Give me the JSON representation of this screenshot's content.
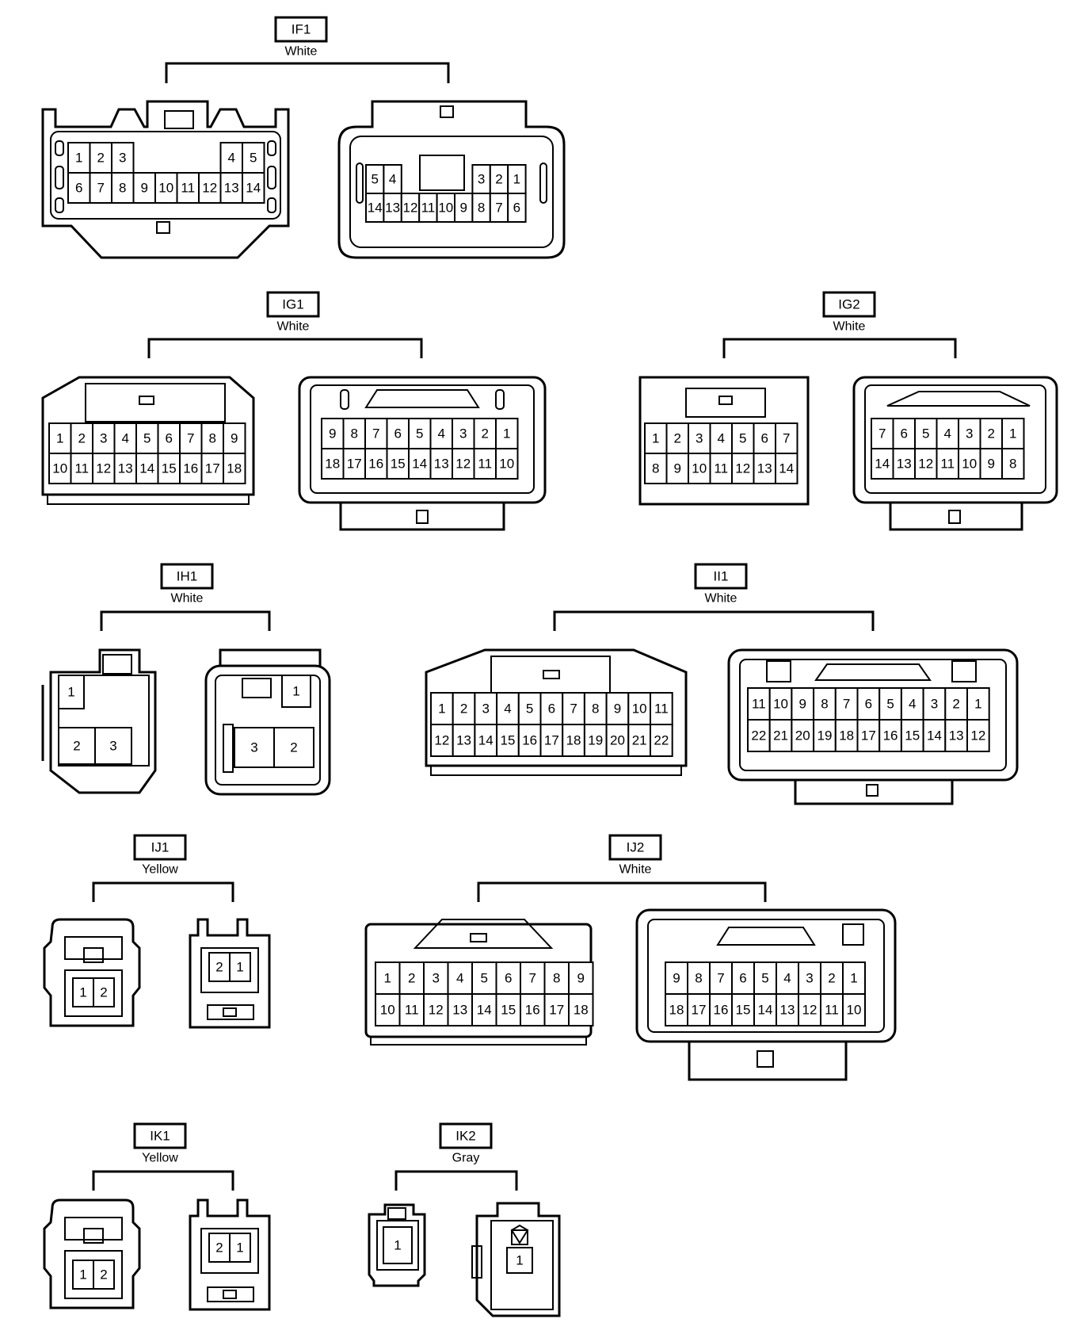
{
  "connectors": [
    {
      "id": "IF1",
      "color": "White",
      "views": [
        {
          "rows": [
            [
              "1",
              "2",
              "3",
              "",
              "",
              "",
              "",
              "4",
              "5"
            ],
            [
              "6",
              "7",
              "8",
              "9",
              "10",
              "11",
              "12",
              "13",
              "14"
            ]
          ]
        },
        {
          "rows": [
            [
              "5",
              "4",
              "",
              "",
              "",
              "",
              "3",
              "2",
              "1"
            ],
            [
              "14",
              "13",
              "12",
              "11",
              "10",
              "9",
              "8",
              "7",
              "6"
            ]
          ]
        }
      ]
    },
    {
      "id": "IG1",
      "color": "White",
      "views": [
        {
          "rows": [
            [
              "1",
              "2",
              "3",
              "4",
              "5",
              "6",
              "7",
              "8",
              "9"
            ],
            [
              "10",
              "11",
              "12",
              "13",
              "14",
              "15",
              "16",
              "17",
              "18"
            ]
          ]
        },
        {
          "rows": [
            [
              "9",
              "8",
              "7",
              "6",
              "5",
              "4",
              "3",
              "2",
              "1"
            ],
            [
              "18",
              "17",
              "16",
              "15",
              "14",
              "13",
              "12",
              "11",
              "10"
            ]
          ]
        }
      ]
    },
    {
      "id": "IG2",
      "color": "White",
      "views": [
        {
          "rows": [
            [
              "1",
              "2",
              "3",
              "4",
              "5",
              "6",
              "7"
            ],
            [
              "8",
              "9",
              "10",
              "11",
              "12",
              "13",
              "14"
            ]
          ]
        },
        {
          "rows": [
            [
              "7",
              "6",
              "5",
              "4",
              "3",
              "2",
              "1"
            ],
            [
              "14",
              "13",
              "12",
              "11",
              "10",
              "9",
              "8"
            ]
          ]
        }
      ]
    },
    {
      "id": "IH1",
      "color": "White",
      "views": [
        {
          "rows": [
            [
              "1"
            ],
            [
              "2",
              "3"
            ]
          ]
        },
        {
          "rows": [
            [
              "1"
            ],
            [
              "3",
              "2"
            ]
          ]
        }
      ]
    },
    {
      "id": "II1",
      "color": "White",
      "views": [
        {
          "rows": [
            [
              "1",
              "2",
              "3",
              "4",
              "5",
              "6",
              "7",
              "8",
              "9",
              "10",
              "11"
            ],
            [
              "12",
              "13",
              "14",
              "15",
              "16",
              "17",
              "18",
              "19",
              "20",
              "21",
              "22"
            ]
          ]
        },
        {
          "rows": [
            [
              "11",
              "10",
              "9",
              "8",
              "7",
              "6",
              "5",
              "4",
              "3",
              "2",
              "1"
            ],
            [
              "22",
              "21",
              "20",
              "19",
              "18",
              "17",
              "16",
              "15",
              "14",
              "13",
              "12"
            ]
          ]
        }
      ]
    },
    {
      "id": "IJ1",
      "color": "Yellow",
      "views": [
        {
          "rows": [
            [
              "1",
              "2"
            ]
          ]
        },
        {
          "rows": [
            [
              "2",
              "1"
            ]
          ]
        }
      ]
    },
    {
      "id": "IJ2",
      "color": "White",
      "views": [
        {
          "rows": [
            [
              "1",
              "2",
              "3",
              "4",
              "5",
              "6",
              "7",
              "8",
              "9"
            ],
            [
              "10",
              "11",
              "12",
              "13",
              "14",
              "15",
              "16",
              "17",
              "18"
            ]
          ]
        },
        {
          "rows": [
            [
              "9",
              "8",
              "7",
              "6",
              "5",
              "4",
              "3",
              "2",
              "1"
            ],
            [
              "18",
              "17",
              "16",
              "15",
              "14",
              "13",
              "12",
              "11",
              "10"
            ]
          ]
        }
      ]
    },
    {
      "id": "IK1",
      "color": "Yellow",
      "views": [
        {
          "rows": [
            [
              "1",
              "2"
            ]
          ]
        },
        {
          "rows": [
            [
              "2",
              "1"
            ]
          ]
        }
      ]
    },
    {
      "id": "IK2",
      "color": "Gray",
      "views": [
        {
          "rows": [
            [
              "1"
            ]
          ]
        },
        {
          "rows": [
            [
              "1"
            ]
          ]
        }
      ]
    }
  ]
}
